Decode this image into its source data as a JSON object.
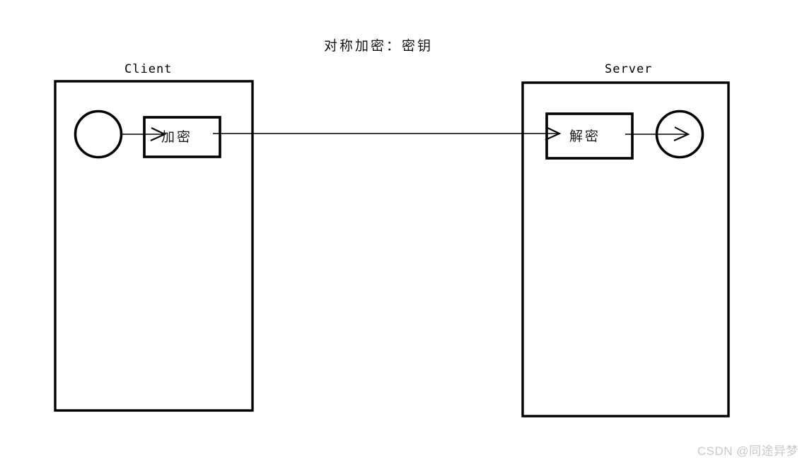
{
  "diagram": {
    "title": "对称加密：密钥",
    "background_color": "#ffffff",
    "stroke_color": "#000000",
    "containers": [
      {
        "id": "client",
        "label": "Client"
      },
      {
        "id": "server",
        "label": "Server"
      }
    ],
    "process_boxes": [
      {
        "id": "encrypt",
        "label": "加密"
      },
      {
        "id": "decrypt",
        "label": "解密"
      }
    ],
    "nodes": [
      {
        "id": "client-endpoint",
        "shape": "circle"
      },
      {
        "id": "server-endpoint",
        "shape": "circle"
      }
    ],
    "connectors": [
      {
        "id": "plaintext-to-encrypt",
        "from": "client-endpoint",
        "to": "encrypt",
        "arrow": true
      },
      {
        "id": "encrypt-to-decrypt",
        "from": "encrypt",
        "to": "decrypt",
        "arrow": true
      },
      {
        "id": "decrypt-to-endpoint",
        "from": "decrypt",
        "to": "server-endpoint",
        "arrow": true
      }
    ]
  },
  "watermark": {
    "text": "CSDN @同途异梦",
    "color": "#c8c8c8"
  }
}
